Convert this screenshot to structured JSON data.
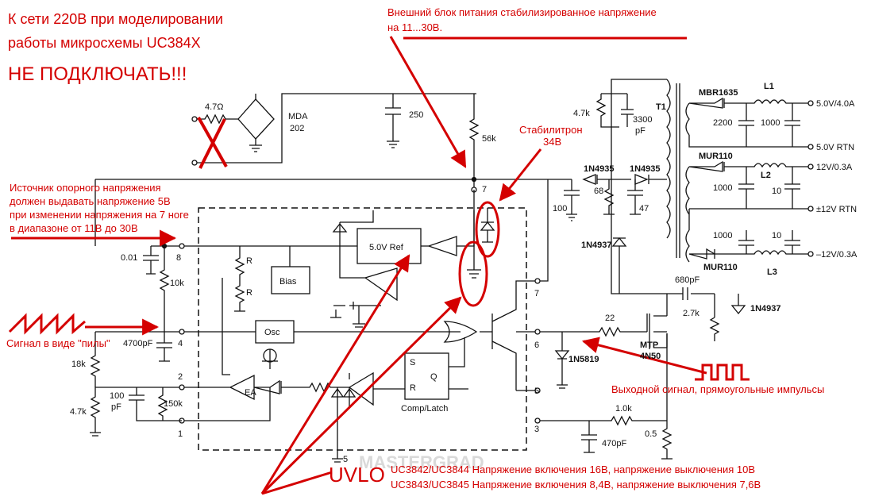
{
  "colors": {
    "annotation": "#d40000",
    "wire": "#111111",
    "background": "#ffffff"
  },
  "annotations": {
    "mains_note_1": "К сети 220В при моделировании",
    "mains_note_2": "работы микросхемы UC384X",
    "mains_warning": "НЕ ПОДКЛЮЧАТЬ!!!",
    "ext_supply_1": "Внешний блок питания стабилизированное напряжение",
    "ext_supply_2": "на 11...30В.",
    "zener_1": "Стабилитрон",
    "zener_2": "34В",
    "vref_1": "Источник опорного напряжения",
    "vref_2": "должен выдавать напряжение 5В",
    "vref_3": "при изменении напряжения на 7 ноге",
    "vref_4": "в диапазоне от 11В до 30В",
    "saw": "Сигнал в виде \"пилы\"",
    "output_signal": "Выходной сигнал, прямоугольные импульсы",
    "uvlo": "UVLO",
    "uvlo_1": "UC3842/UC3844  Напряжение включения 16В, напряжение выключения 10В",
    "uvlo_2": "UC3843/UC3845  Напряжение включения 8,4В, напряжение выключения 7,6В"
  },
  "components": {
    "r_in": "4.7Ω",
    "bridge": "MDA",
    "bridge2": "202",
    "c_bulk": "250",
    "r_start": "56k",
    "r_snub": "4.7k",
    "c_snub": "3300",
    "c_snub_u": "pF",
    "xfmr": "T1",
    "d1": "MBR1635",
    "l1": "L1",
    "c2200": "2200",
    "c1000a": "1000",
    "out1": "5.0V/4.0A",
    "out1_rtn": "5.0V RTN",
    "d2": "1N4935",
    "d3": "1N4935",
    "r68": "68",
    "c100": "100",
    "c47": "47",
    "d4": "MUR110",
    "l2": "L2",
    "c1000b": "1000",
    "c10a": "10",
    "out2": "12V/0.3A",
    "out2_rtn": "±12V RTN",
    "d5": "1N4937",
    "c1000c": "1000",
    "c10b": "10",
    "d6": "MUR110",
    "l3": "L3",
    "out3": "–12V/0.3A",
    "c680": "680pF",
    "r2k7": "2.7k",
    "d7": "1N4937",
    "r22": "22",
    "mosfet": "MTP",
    "mosfet2": "4N50",
    "d8": "1N5819",
    "r1k": "1.0k",
    "c470": "470pF",
    "r05": "0.5",
    "c001": "0.01",
    "r10k": "10k",
    "c4700": "4700pF",
    "r18k": "18k",
    "r4k7b": "4.7k",
    "c100p": "100",
    "c100p_u": "pF",
    "r150k": "150k",
    "ref": "5.0V Ref",
    "bias": "Bias",
    "osc": "Osc",
    "ea": "EA",
    "latch": "Comp/Latch",
    "r_a": "R",
    "r_b": "R",
    "s": "S",
    "r": "R",
    "q": "Q",
    "pin1": "1",
    "pin2": "2",
    "pin3": "3",
    "pin4": "4",
    "pin5": "5",
    "pin6": "6",
    "pin7": "7",
    "pin7b": "7",
    "pin8": "8",
    "pin5b": "5",
    "watermark": "MASTERGRAD"
  }
}
